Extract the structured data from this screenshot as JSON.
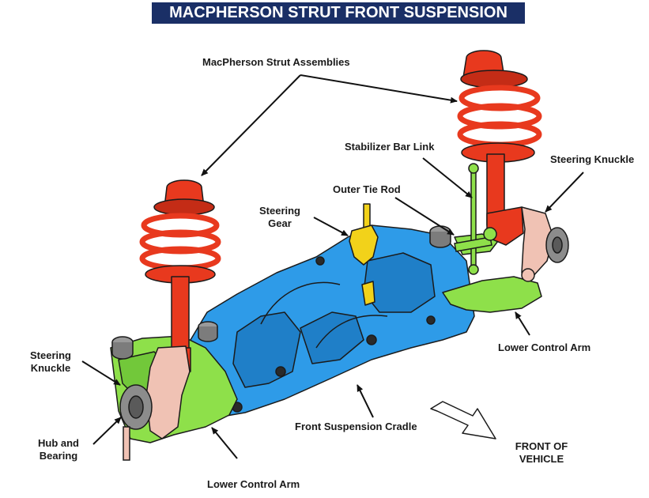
{
  "title": "MACPHERSON STRUT FRONT SUSPENSION",
  "labels": {
    "strut_assemblies": "MacPherson Strut Assemblies",
    "stabilizer_bar_link": "Stabilizer Bar Link",
    "steering_knuckle_right": "Steering Knuckle",
    "outer_tie_rod": "Outer Tie Rod",
    "steering_gear_line1": "Steering",
    "steering_gear_line2": "Gear",
    "steering_knuckle_left_line1": "Steering",
    "steering_knuckle_left_line2": "Knuckle",
    "hub_bearing_line1": "Hub and",
    "hub_bearing_line2": "Bearing",
    "lower_control_arm_right": "Lower Control Arm",
    "front_suspension_cradle": "Front Suspension Cradle",
    "front_of_vehicle_line1": "FRONT OF",
    "front_of_vehicle_line2": "VEHICLE",
    "lower_control_arm_bottom": "Lower Control Arm"
  },
  "colors": {
    "title_bg": "#1a2f66",
    "strut": "#e8391e",
    "cradle": "#2e9be8",
    "control_arm": "#8ee04a",
    "steering_gear": "#f2d21a",
    "knuckle": "#f0c2b4",
    "bushing": "#8c8c8c"
  }
}
